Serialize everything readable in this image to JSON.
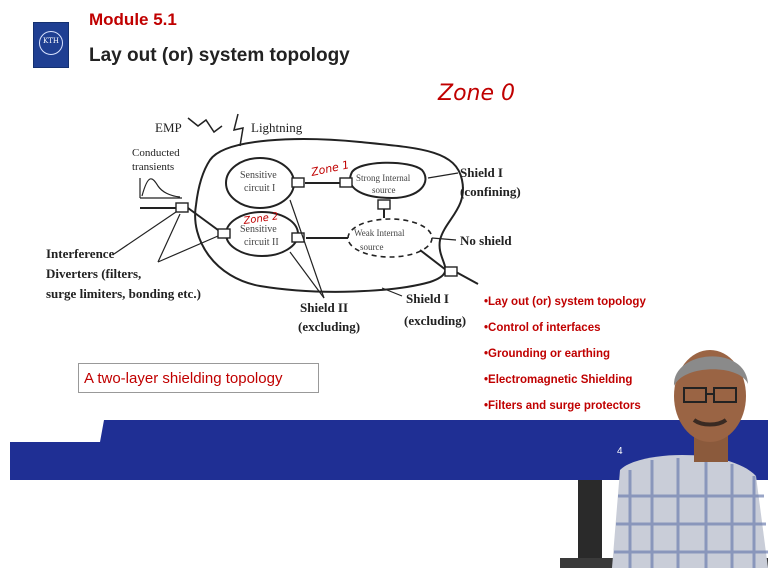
{
  "header": {
    "module": "Module 5.1",
    "title": "Lay out (or) system topology",
    "logo_text": "KTH"
  },
  "annotation": {
    "handwritten_zone0": "Zone 0",
    "handwritten_zone1": "Zone 1",
    "handwritten_zone2": "Zone 2"
  },
  "diagram": {
    "emp": "EMP",
    "lightning": "Lightning",
    "conducted_transients": [
      "Conducted",
      "transients"
    ],
    "sensitive_circuit_1": [
      "Sensitive",
      "circuit I"
    ],
    "sensitive_circuit_2": [
      "Sensitive",
      "circuit II"
    ],
    "strong_internal_source": [
      "Strong Internal",
      "source"
    ],
    "weak_internal_source": [
      "Weak Internal",
      "source"
    ],
    "shield1_confining": [
      "Shield I",
      "(confining)"
    ],
    "no_shield": "No shield",
    "interference_diverters": [
      "Interference",
      "Diverters (filters,",
      "surge limiters, bonding etc.)"
    ],
    "shield2_excluding": [
      "Shield II",
      "(excluding)"
    ],
    "shield1_excluding": [
      "Shield I",
      "(excluding)"
    ]
  },
  "caption": "A two-layer shielding topology",
  "bullets": [
    "Lay out (or) system topology",
    "Control of interfaces",
    "Grounding or earthing",
    "Electromagnetic Shielding",
    "Filters and surge protectors"
  ],
  "page_number": "4",
  "colors": {
    "accent_red": "#c00000",
    "band_blue": "#1f2f94",
    "logo_blue": "#1f3f92"
  }
}
